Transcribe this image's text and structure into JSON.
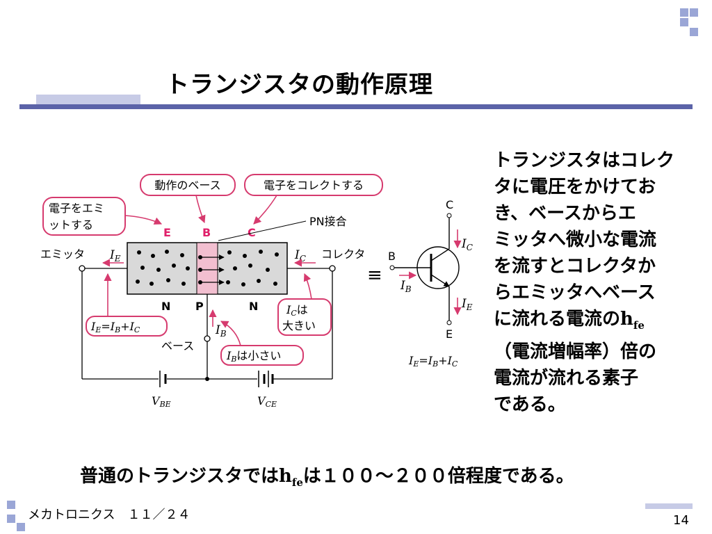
{
  "slide": {
    "title": "トランジスタの動作原理",
    "description_lines": [
      "トランジスタはコレク",
      "タに電圧をかけてお",
      "き、ベースからエ",
      "ミッタへ微小な電流",
      "を流すとコレクタか",
      "らエミッタへベース",
      "に流れる電流の",
      "（電流増幅率）倍の",
      "電流が流れる素子",
      "である。"
    ],
    "hfe_main": "h",
    "hfe_sub": "fe",
    "bottom_pre": "普通のトランジスタでは",
    "bottom_post": "は１００～２００倍程度である。",
    "footer_course": "メカトロニクス　１１／２４",
    "page_number": "14"
  },
  "diagram": {
    "callout_base_action": "動作のベース",
    "callout_collect": "電子をコレクトする",
    "callout_emit_line1": "電子をエミ",
    "callout_emit_line2": "ットする",
    "label_E": "E",
    "label_B": "B",
    "label_C": "C",
    "label_pn": "PN接合",
    "label_emitter": "エミッタ",
    "label_collector": "コレクタ",
    "label_base": "ベース",
    "region_n1": "N",
    "region_p": "P",
    "region_n2": "N",
    "IE": "I",
    "IE_sub": "E",
    "IC": "I",
    "IC_sub": "C",
    "IB": "I",
    "IB_sub": "B",
    "box_ic_line1": "は",
    "box_ic_line2": "大きい",
    "box_ib_text": "は小さい",
    "eq_IE": "I",
    "eq_E": "E",
    "eq_IB": "I",
    "eq_B": "B",
    "eq_IC": "I",
    "eq_C": "C",
    "eq_equals": "=",
    "eq_plus": "+",
    "vbe_V": "V",
    "vbe_sub": "BE",
    "vce_V": "V",
    "vce_sub": "CE",
    "equiv": "≡",
    "sym_C": "C",
    "sym_B": "B",
    "sym_E": "E"
  },
  "colors": {
    "accent_bar": "#5b63a8",
    "light_bar": "#c7cbe6",
    "corner_square": "#9aa6d6",
    "callout_border": "#d63a6e",
    "label_ebc": "#e0206a",
    "base_region": "#f2bfd0",
    "semiconductor": "#d9d9d9"
  }
}
